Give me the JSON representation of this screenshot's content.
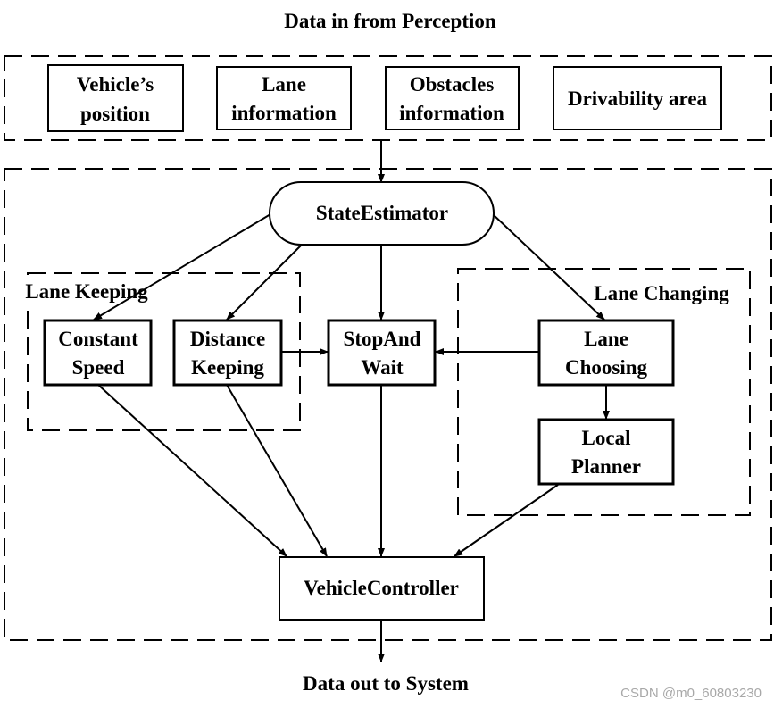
{
  "title_top": "Data in from Perception",
  "title_bottom": "Data out to System",
  "perception": {
    "vehicle_position": [
      "Vehicle’s",
      "position"
    ],
    "lane_information": [
      "Lane",
      "information"
    ],
    "obstacles_information": [
      "Obstacles",
      "information"
    ],
    "drivability_area": "Drivability area"
  },
  "groups": {
    "lane_keeping": "Lane Keeping",
    "lane_changing": "Lane Changing"
  },
  "nodes": {
    "state_estimator": "StateEstimator",
    "constant_speed": [
      "Constant",
      "Speed"
    ],
    "distance_keeping": [
      "Distance",
      "Keeping"
    ],
    "stop_and_wait": [
      "StopAnd",
      "Wait"
    ],
    "lane_choosing": [
      "Lane",
      "Choosing"
    ],
    "local_planner": [
      "Local",
      "Planner"
    ],
    "vehicle_controller": "VehicleController"
  },
  "watermark": "CSDN @m0_60803230",
  "colors": {
    "stroke": "#000000",
    "background": "#ffffff",
    "watermark": "#a8a8a8"
  }
}
